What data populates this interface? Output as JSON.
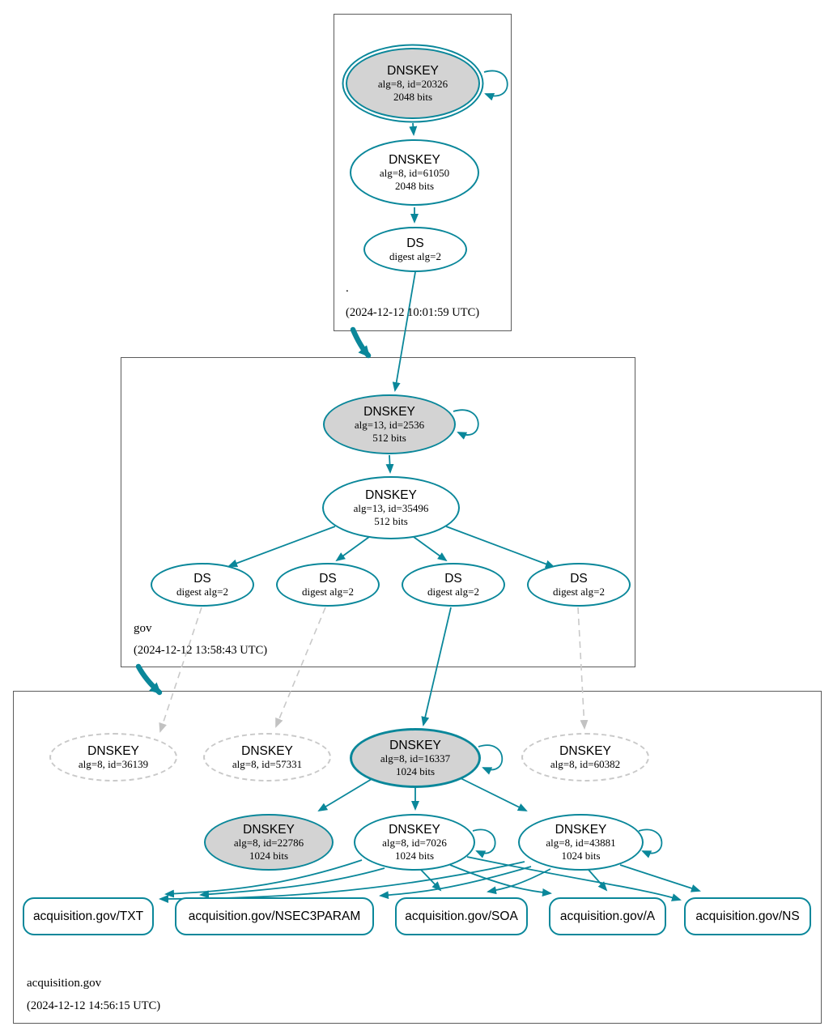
{
  "diagram": {
    "colors": {
      "secure_teal": "#0a879a",
      "insecure_gray": "#c9c9c9",
      "sep_key_fill": "#d3d3d3",
      "zone_border": "#5b5b5b"
    },
    "zones": {
      "root": {
        "name": ".",
        "timestamp": "(2024-12-12 10:01:59 UTC)",
        "nodes": {
          "ksk": {
            "type": "DNSKEY",
            "detail": "alg=8, id=20326",
            "bits": "2048 bits"
          },
          "zsk": {
            "type": "DNSKEY",
            "detail": "alg=8, id=61050",
            "bits": "2048 bits"
          },
          "ds": {
            "type": "DS",
            "detail": "digest alg=2"
          }
        }
      },
      "gov": {
        "name": "gov",
        "timestamp": "(2024-12-12 13:58:43 UTC)",
        "nodes": {
          "ksk": {
            "type": "DNSKEY",
            "detail": "alg=13, id=2536",
            "bits": "512 bits"
          },
          "zsk": {
            "type": "DNSKEY",
            "detail": "alg=13, id=35496",
            "bits": "512 bits"
          },
          "ds1": {
            "type": "DS",
            "detail": "digest alg=2"
          },
          "ds2": {
            "type": "DS",
            "detail": "digest alg=2"
          },
          "ds3": {
            "type": "DS",
            "detail": "digest alg=2"
          },
          "ds4": {
            "type": "DS",
            "detail": "digest alg=2"
          }
        }
      },
      "acquisition": {
        "name": "acquisition.gov",
        "timestamp": "(2024-12-12 14:56:15 UTC)",
        "nodes": {
          "key36139": {
            "type": "DNSKEY",
            "detail": "alg=8, id=36139"
          },
          "key57331": {
            "type": "DNSKEY",
            "detail": "alg=8, id=57331"
          },
          "key16337": {
            "type": "DNSKEY",
            "detail": "alg=8, id=16337",
            "bits": "1024 bits"
          },
          "key60382": {
            "type": "DNSKEY",
            "detail": "alg=8, id=60382"
          },
          "key22786": {
            "type": "DNSKEY",
            "detail": "alg=8, id=22786",
            "bits": "1024 bits"
          },
          "key7026": {
            "type": "DNSKEY",
            "detail": "alg=8, id=7026",
            "bits": "1024 bits"
          },
          "key43881": {
            "type": "DNSKEY",
            "detail": "alg=8, id=43881",
            "bits": "1024 bits"
          },
          "rrset_txt": {
            "label": "acquisition.gov/TXT"
          },
          "rrset_nsec3param": {
            "label": "acquisition.gov/NSEC3PARAM"
          },
          "rrset_soa": {
            "label": "acquisition.gov/SOA"
          },
          "rrset_a": {
            "label": "acquisition.gov/A"
          },
          "rrset_ns": {
            "label": "acquisition.gov/NS"
          }
        }
      }
    }
  }
}
